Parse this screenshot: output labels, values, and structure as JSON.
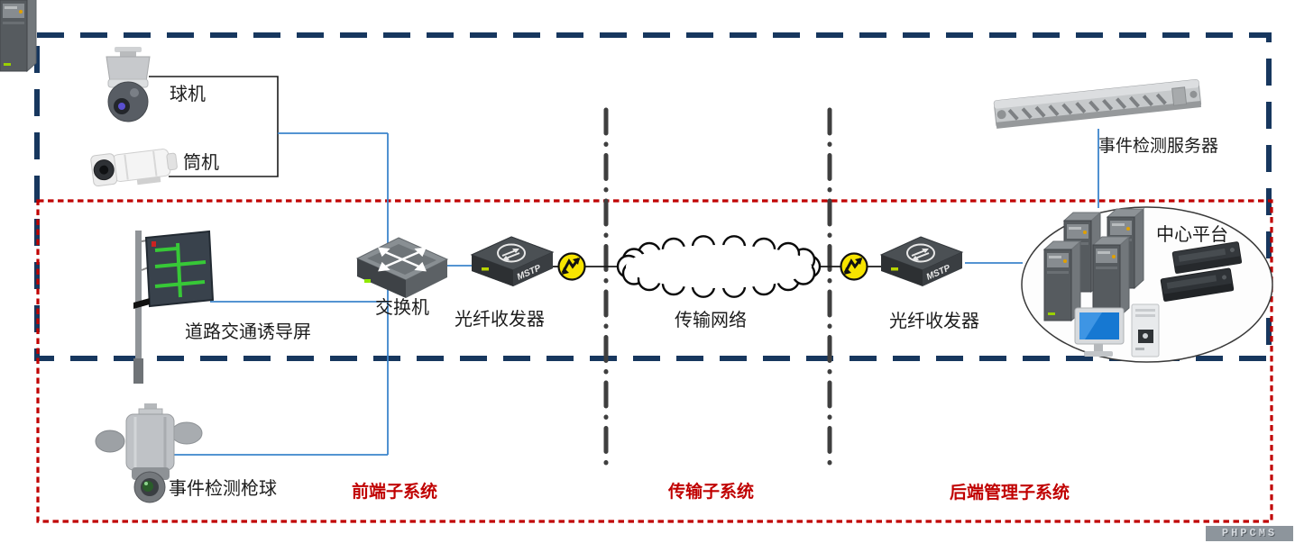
{
  "diagram": {
    "title": "traffic-event-detection-system-topology",
    "nodes": {
      "dome_camera": "球机",
      "bullet_camera": "筒机",
      "guidance_screen": "道路交通诱导屏",
      "switch": "交换机",
      "fiber_transceiver_left": "光纤收发器",
      "transmission_network": "传输网络",
      "fiber_transceiver_right": "光纤收发器",
      "event_detection_server": "事件检测服务器",
      "central_platform": "中心平台",
      "event_detection_camera": "事件检测枪球"
    },
    "zones": {
      "frontend": "前端子系统",
      "transmission": "传输子系统",
      "backend": "后端管理子系统"
    },
    "device_texts": {
      "mstp_left": "MSTP",
      "mstp_right": "MSTP"
    },
    "watermark": "PHPCMS",
    "colors": {
      "outer_dashed_border": "#17375e",
      "inner_dotted_border": "#c00000",
      "zone_label": "#c00000",
      "connector_blue": "#3c85cc",
      "connector_black": "#1a1a1a",
      "divider_gray": "#3f3f3f",
      "fiber_node_yellow": "#f7e400",
      "screen_green": "#37c837"
    }
  }
}
